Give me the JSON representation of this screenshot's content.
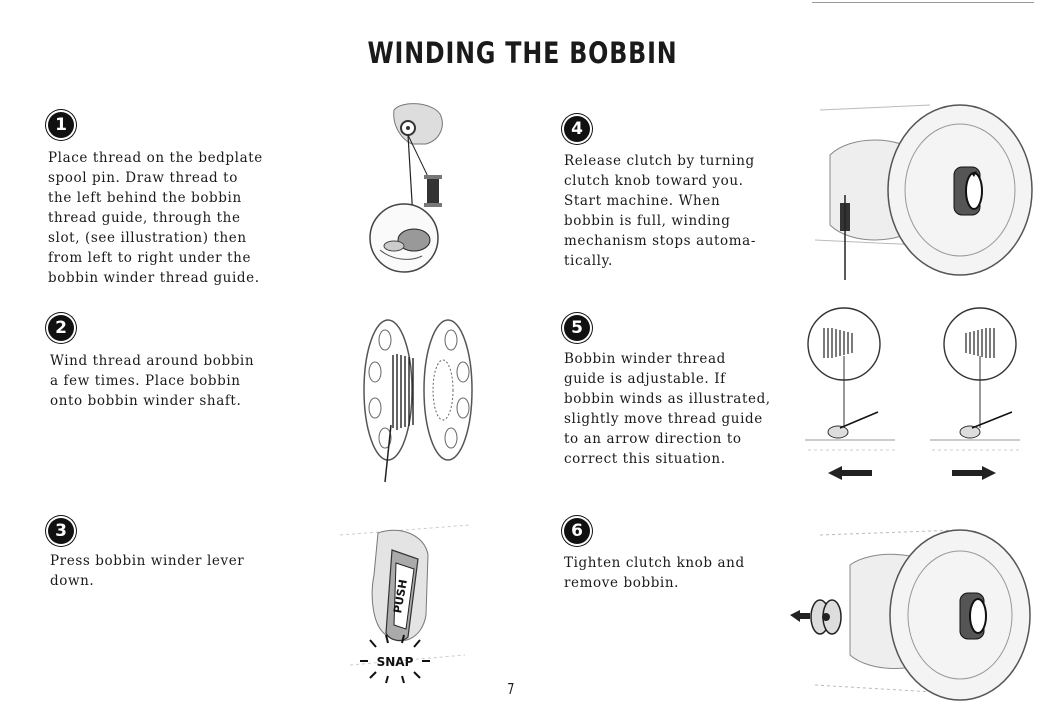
{
  "title": "WINDING THE BOBBIN",
  "page_number": "7",
  "steps": [
    {
      "number": "1",
      "text": "Place thread on the bedplate\nspool pin. Draw thread to\nthe left behind the bobbin\nthread guide, through the\nslot, (see illustration) then\nfrom left to right under the\nbobbin winder thread guide."
    },
    {
      "number": "2",
      "text": "Wind thread around bobbin\na few times. Place bobbin\nonto bobbin winder shaft."
    },
    {
      "number": "3",
      "text": "Press bobbin winder lever\ndown."
    },
    {
      "number": "4",
      "text": "Release clutch by turning\nclutch knob toward you.\nStart machine. When\nbobbin is full, winding\nmechanism stops automa-\ntically."
    },
    {
      "number": "5",
      "text": "Bobbin winder thread\nguide is adjustable. If\nbobbin winds as illustrated,\nslightly move thread guide\nto an arrow direction to\ncorrect this situation."
    },
    {
      "number": "6",
      "text": "Tighten clutch knob and\nremove bobbin."
    }
  ],
  "illustrations": {
    "lever_push_label": "PUSH",
    "lever_snap_label": "SNAP"
  }
}
